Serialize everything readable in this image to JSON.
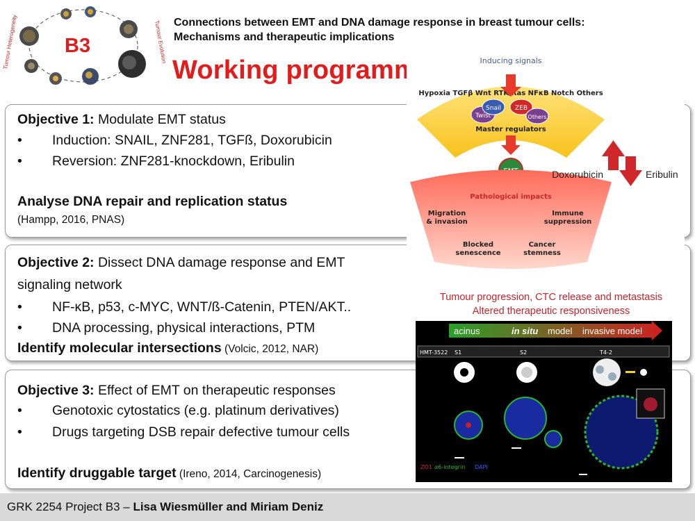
{
  "logo": {
    "label": "B3",
    "arc_left": "Tumour Heterogeneity",
    "arc_right": "Tumour Evolution"
  },
  "header": {
    "subtitle_line1": "Connections between EMT and DNA damage response in breast tumour cells:",
    "subtitle_line2": "Mechanisms and therapeutic implications",
    "title": "Working programme"
  },
  "objective1": {
    "heading_bold": "Objective 1:",
    "heading_rest": " Modulate EMT status",
    "bullets": [
      "Induction: SNAIL, ZNF281, TGFß, Doxorubicin",
      "Reversion: ZNF281-knockdown, Eribulin"
    ],
    "goal": "Analyse DNA repair and replication status",
    "ref": "(Hampp, 2016, PNAS)"
  },
  "objective2": {
    "heading_bold": "Objective 2:",
    "heading_rest": " Dissect DNA damage response and EMT",
    "heading_line2": "signaling network",
    "bullets": [
      "NF-κB, p53, c-MYC, WNT/ß-Catenin, PTEN/AKT..",
      "DNA processing, physical interactions, PTM"
    ],
    "goal": "Identify molecular intersections",
    "ref": " (Volcic, 2012, NAR)"
  },
  "objective3": {
    "heading_bold": "Objective 3:",
    "heading_rest": " Effect of EMT on therapeutic responses",
    "bullets": [
      "Genotoxic cytostatics (e.g. platinum derivatives)",
      "Drugs targeting DSB repair defective tumour cells"
    ],
    "goal": "Identify druggable target",
    "ref": " (Ireno, 2014, Carcinogenesis)"
  },
  "diagram": {
    "inducing_signals": "Inducing signals",
    "signals": "Hypoxia TGFβ Wnt RTK/Ras NFκB Notch Others",
    "master_regulators": "Master regulators",
    "regulators": [
      "Twist",
      "Snail",
      "ZEB",
      "Others"
    ],
    "emt": "EMT",
    "pathological_impacts": "Pathological impacts",
    "impacts": [
      "Migration\n& invasion",
      "Immune\nsuppression",
      "Blocked\nsenescence",
      "Cancer\nstemness"
    ],
    "doxorubicin": "Doxorubicin",
    "eribulin": "Eribulin"
  },
  "caption": {
    "line1": "Tumour progression, CTC release and metastasis",
    "line2": "Altered therapeutic responsiveness"
  },
  "microscopy": {
    "banner": [
      "acinus",
      "in situ",
      "model",
      "invasive model"
    ],
    "cell_line": "HMT-3522",
    "stages": [
      "S1",
      "S2",
      "T4-2"
    ],
    "legend": [
      "ZO1",
      "α6-integrin",
      "DAPI"
    ]
  },
  "footer": {
    "prefix": "GRK 2254 Project B3 – ",
    "authors": "Lisa Wiesmüller and Miriam Deniz"
  },
  "colors": {
    "title_red": "#e21b1b",
    "caption_red": "#c6242a",
    "footer_gray": "#d9d9d9"
  }
}
